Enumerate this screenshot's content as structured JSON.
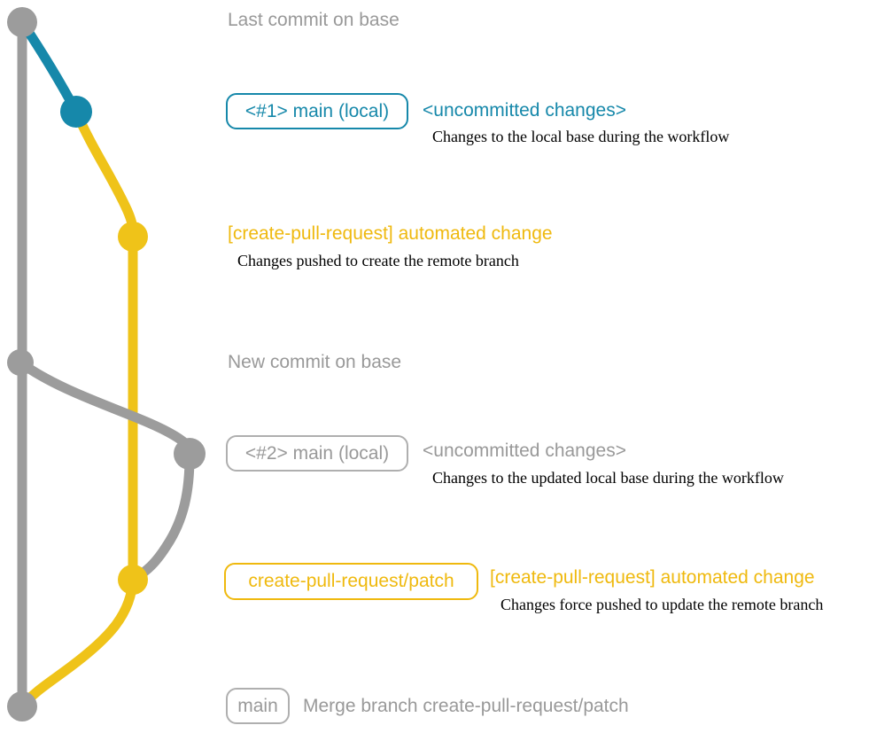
{
  "colors": {
    "gray": "#9C9C9C",
    "gray_text": "#999999",
    "gray_border": "#AFAFAF",
    "teal": "#1688AA",
    "yellow": "#EFC319",
    "yellow_text": "#EFB90E",
    "desc_text": "#000000",
    "background": "#FFFFFF"
  },
  "graph": {
    "branches": [
      {
        "name": "base",
        "color": "#9C9C9C"
      },
      {
        "name": "main (local)",
        "color": "#1688AA"
      },
      {
        "name": "create-pull-request/patch",
        "color": "#EFC319"
      },
      {
        "name": "updated local base",
        "color": "#9C9C9C"
      }
    ],
    "commits": [
      {
        "name": "last-commit-on-base",
        "color": "#9C9C9C"
      },
      {
        "name": "local-main-uncommitted-1",
        "color": "#1688AA"
      },
      {
        "name": "automated-change-1",
        "color": "#EFC319"
      },
      {
        "name": "new-commit-on-base",
        "color": "#9C9C9C"
      },
      {
        "name": "local-main-uncommitted-2",
        "color": "#9C9C9C"
      },
      {
        "name": "automated-change-2",
        "color": "#EFC319"
      },
      {
        "name": "merge-commit",
        "color": "#9C9C9C"
      }
    ]
  },
  "annotations": {
    "last_commit": "Last commit on base",
    "row1": {
      "badge": "<#1> main (local)",
      "note": "<uncommitted changes>",
      "desc": "Changes to the local base during the workflow"
    },
    "row2": {
      "title": "[create-pull-request] automated change",
      "desc": "Changes pushed to create the remote branch"
    },
    "new_commit": "New commit on base",
    "row3": {
      "badge": "<#2> main (local)",
      "note": "<uncommitted changes>",
      "desc": "Changes to the updated local base during the workflow"
    },
    "row4": {
      "badge": "create-pull-request/patch",
      "title": "[create-pull-request] automated change",
      "desc": "Changes force pushed to update the remote branch"
    },
    "row5": {
      "badge": "main",
      "text": "Merge branch create-pull-request/patch"
    }
  }
}
